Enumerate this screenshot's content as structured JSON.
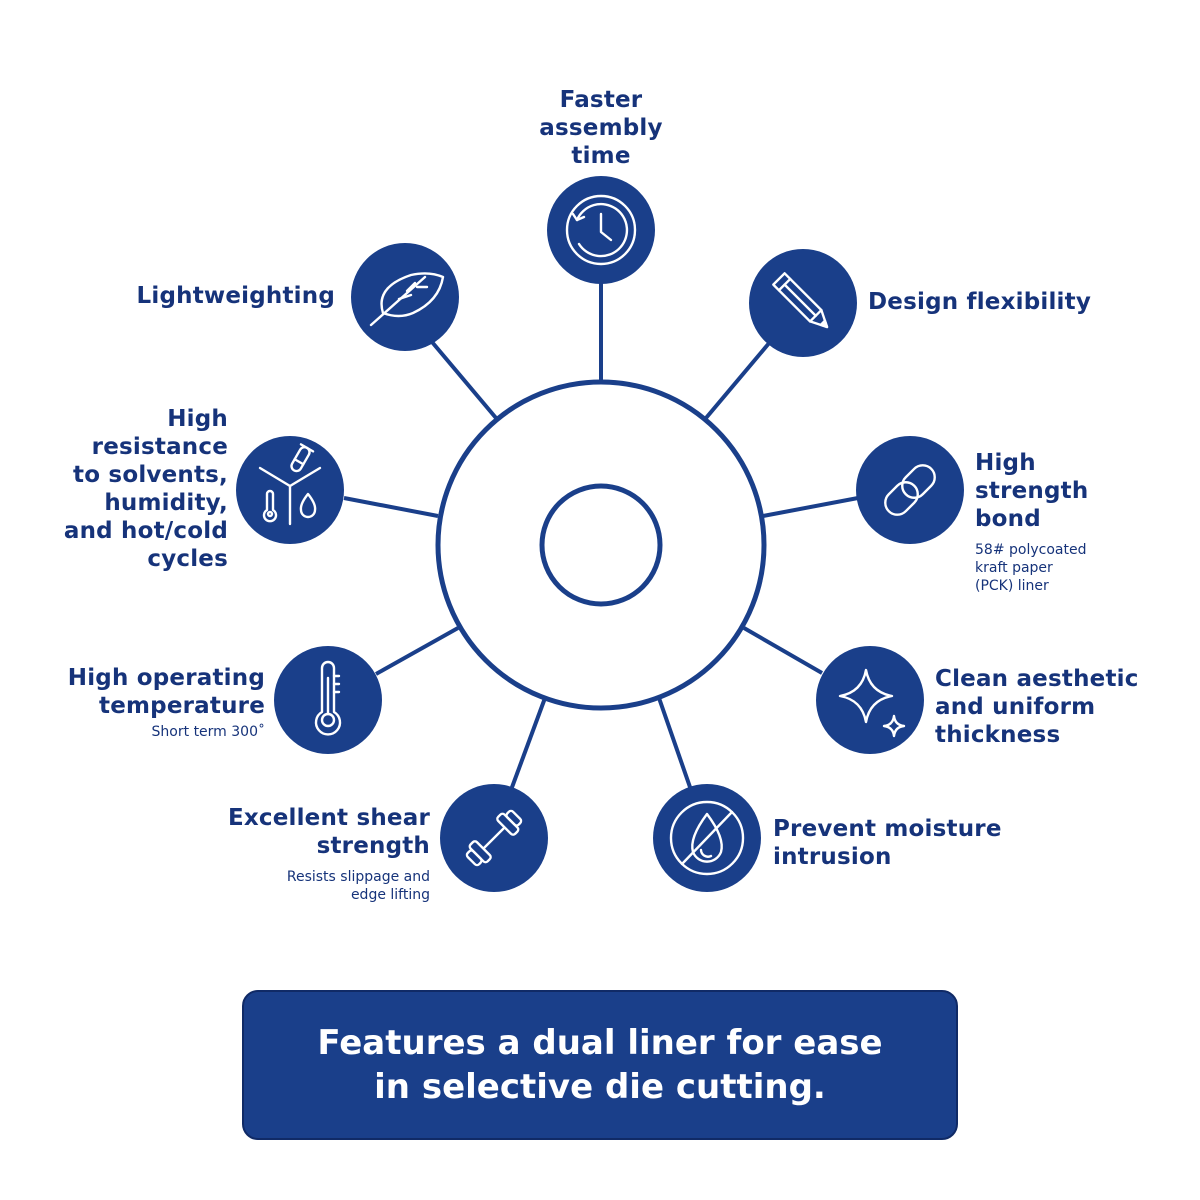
{
  "colors": {
    "primary": "#1a3f8a",
    "text": "#16337a",
    "icon_stroke": "#ffffff"
  },
  "features": [
    {
      "id": "faster",
      "label": "Faster\nassembly\ntime",
      "icon": "clock-icon"
    },
    {
      "id": "design",
      "label": "Design flexibility",
      "icon": "pencil-icon"
    },
    {
      "id": "bond",
      "label": "High\nstrength\nbond",
      "sub": "58# polycoated\nkraft paper\n(PCK) liner",
      "icon": "chain-link-icon"
    },
    {
      "id": "clean",
      "label": "Clean aesthetic\nand uniform\nthickness",
      "icon": "sparkle-icon"
    },
    {
      "id": "moisture",
      "label": "Prevent moisture\nintrusion",
      "icon": "no-water-drop-icon"
    },
    {
      "id": "shear",
      "label": "Excellent shear\nstrength",
      "sub": "Resists slippage and\nedge lifting",
      "icon": "dumbbell-icon"
    },
    {
      "id": "temperature",
      "label": "High operating\ntemperature",
      "sub": "Short term 300˚",
      "icon": "thermometer-icon"
    },
    {
      "id": "resistance",
      "label": "High\nresistance\nto solvents,\nhumidity,\nand hot/cold\ncycles",
      "icon": "test-tube-thermometer-drop-icon"
    },
    {
      "id": "light",
      "label": "Lightweighting",
      "icon": "feather-icon"
    }
  ],
  "banner": {
    "text": "Features a dual liner for ease\nin selective die cutting."
  }
}
